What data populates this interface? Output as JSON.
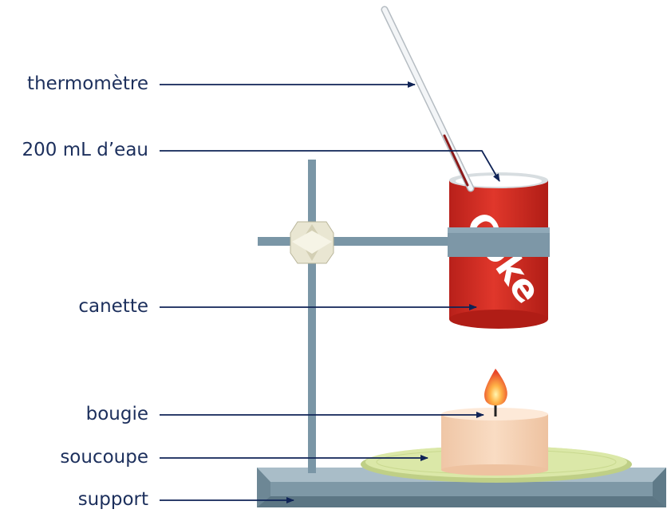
{
  "labels": {
    "thermometer": "thermomètre",
    "water": "200 mL d’eau",
    "can": "canette",
    "candle": "bougie",
    "saucer": "soucoupe",
    "base": "support"
  },
  "can_brand": "Coke",
  "colors": {
    "label_text": "#1c2f5c",
    "arrow": "#0f2356",
    "can_red": "#d62b1f",
    "stand_steel": "#7a96a6",
    "candle_wax": "#f7d5b8",
    "saucer_green": "#dbe8a8",
    "base_top": "#8aa2b0"
  },
  "icons": [
    "thermometer-icon",
    "flame-icon",
    "clamp-icon"
  ]
}
